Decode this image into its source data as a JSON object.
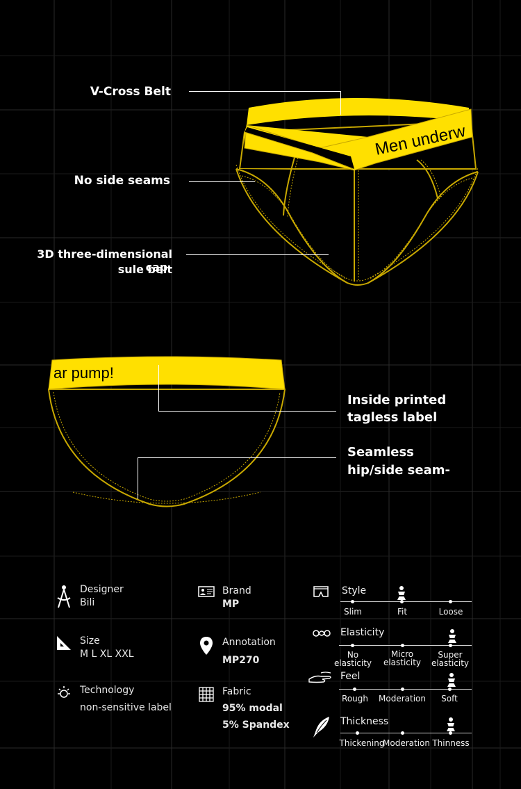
{
  "callouts": {
    "v_cross": "V-Cross Belt",
    "no_side": "No side seams",
    "capsule_1": "3D three-dimensional cap-",
    "capsule_2": "sule belt",
    "inside_1": "Inside printed",
    "inside_2": "tagless label",
    "seamless_1": "Seamless",
    "seamless_2": "hip/side seam-"
  },
  "waistband_front_text": "Men underw",
  "waistband_back_text": "ar pump!",
  "colors": {
    "accent": "#FFE000",
    "outline": "#C8A800",
    "background": "#000000"
  },
  "specs": {
    "designer": {
      "label": "Designer",
      "value": "Bili",
      "icon": "compass-icon"
    },
    "size": {
      "label": "Size",
      "value": "M  L  XL  XXL",
      "icon": "set-square-icon"
    },
    "technology": {
      "label": "Technology",
      "value": "non-sensitive label",
      "icon": "sun-icon"
    },
    "brand": {
      "label": "Brand",
      "value": "MP",
      "icon": "id-card-icon"
    },
    "annotation": {
      "label": "Annotation",
      "value": "MP270",
      "icon": "location-pin-icon"
    },
    "fabric": {
      "label": "Fabric",
      "value1": "95% modal",
      "value2": "5% Spandex",
      "icon": "grid-icon"
    }
  },
  "scales": {
    "style": {
      "title": "Style",
      "labels": [
        "Slim",
        "Fit",
        "Loose"
      ],
      "selected": 1
    },
    "elasticity": {
      "title": "Elasticity",
      "labels": [
        [
          "No",
          "elasticity"
        ],
        [
          "Micro",
          "elasticity"
        ],
        [
          "Super",
          "elasticity"
        ]
      ],
      "selected": 2
    },
    "feel": {
      "title": "Feel",
      "labels": [
        "Rough",
        "Moderation",
        "Soft"
      ],
      "selected": 2
    },
    "thickness": {
      "title": "Thickness",
      "labels": [
        "Thickening",
        "Moderation",
        "Thinness"
      ],
      "selected": 2
    }
  }
}
